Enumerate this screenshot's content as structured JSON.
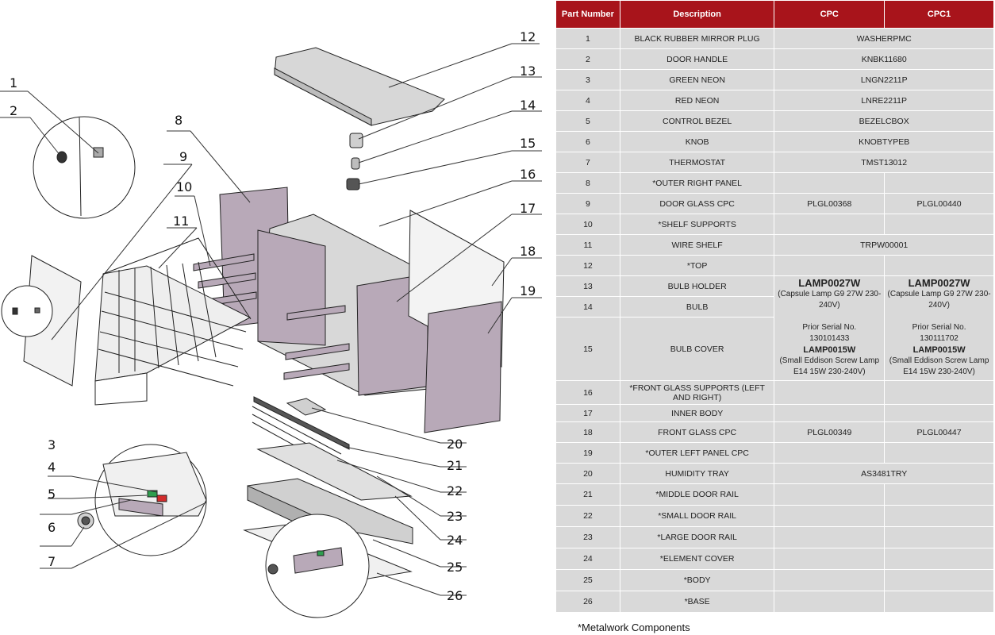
{
  "table": {
    "headers": [
      "Part Number",
      "Description",
      "CPC",
      "CPC1"
    ],
    "rows": [
      {
        "num": "1",
        "desc": "BLACK RUBBER MIRROR PLUG",
        "shared": "WASHERPMC"
      },
      {
        "num": "2",
        "desc": "DOOR HANDLE",
        "shared": "KNBK11680"
      },
      {
        "num": "3",
        "desc": "GREEN NEON",
        "shared": "LNGN2211P"
      },
      {
        "num": "4",
        "desc": "RED NEON",
        "shared": "LNRE2211P"
      },
      {
        "num": "5",
        "desc": "CONTROL BEZEL",
        "shared": "BEZELCBOX"
      },
      {
        "num": "6",
        "desc": "KNOB",
        "shared": "KNOBTYPEB"
      },
      {
        "num": "7",
        "desc": "THERMOSTAT",
        "shared": "TMST13012"
      },
      {
        "num": "8",
        "desc": "*OUTER RIGHT PANEL",
        "cpc": "",
        "cpc1": ""
      },
      {
        "num": "9",
        "desc": "DOOR GLASS CPC",
        "cpc": "PLGL00368",
        "cpc1": "PLGL00440"
      },
      {
        "num": "10",
        "desc": "*SHELF SUPPORTS",
        "cpc": "",
        "cpc1": ""
      },
      {
        "num": "11",
        "desc": "WIRE SHELF",
        "shared": "TRPW00001"
      },
      {
        "num": "12",
        "desc": "*TOP",
        "cpc": "",
        "cpc1": ""
      },
      {
        "num": "13",
        "desc": "BULB HOLDER"
      },
      {
        "num": "14",
        "desc": "BULB"
      },
      {
        "num": "15",
        "desc": "BULB COVER"
      },
      {
        "num": "16",
        "desc": "*FRONT GLASS SUPPORTS (LEFT AND RIGHT)",
        "cpc": "",
        "cpc1": ""
      },
      {
        "num": "17",
        "desc": "INNER BODY",
        "cpc": "",
        "cpc1": ""
      },
      {
        "num": "18",
        "desc": "FRONT GLASS CPC",
        "cpc": "PLGL00349",
        "cpc1": "PLGL00447"
      },
      {
        "num": "19",
        "desc": "*OUTER LEFT PANEL CPC",
        "cpc": "",
        "cpc1": ""
      },
      {
        "num": "20",
        "desc": "HUMIDITY TRAY",
        "shared": "AS3481TRY"
      },
      {
        "num": "21",
        "desc": "*MIDDLE DOOR RAIL",
        "cpc": "",
        "cpc1": ""
      },
      {
        "num": "22",
        "desc": "*SMALL DOOR RAIL",
        "cpc": "",
        "cpc1": ""
      },
      {
        "num": "23",
        "desc": "*LARGE DOOR RAIL",
        "cpc": "",
        "cpc1": ""
      },
      {
        "num": "24",
        "desc": "*ELEMENT COVER",
        "cpc": "",
        "cpc1": ""
      },
      {
        "num": "25",
        "desc": "*BODY",
        "cpc": "",
        "cpc1": ""
      },
      {
        "num": "26",
        "desc": "*BASE",
        "cpc": "",
        "cpc1": ""
      }
    ],
    "lamp": {
      "cpc": {
        "code": "LAMP0027W",
        "spec": "(Capsule Lamp G9 27W 230-240V)",
        "prior_label": "Prior Serial No.",
        "prior_serial": "130101433",
        "alt_code": "LAMP0015W",
        "alt_spec": "(Small Eddison Screw Lamp E14 15W 230-240V)"
      },
      "cpc1": {
        "code": "LAMP0027W",
        "spec": "(Capsule Lamp G9 27W 230-240V)",
        "prior_label": "Prior Serial No.",
        "prior_serial": "130111702",
        "alt_code": "LAMP0015W",
        "alt_spec": "(Small Eddison Screw Lamp E14 15W 230-240V)"
      }
    }
  },
  "footnote": "*Metalwork Components",
  "diagram": {
    "callouts": [
      "1",
      "2",
      "3",
      "4",
      "5",
      "6",
      "7",
      "8",
      "9",
      "10",
      "11",
      "12",
      "13",
      "14",
      "15",
      "16",
      "17",
      "18",
      "19",
      "20",
      "21",
      "22",
      "23",
      "24",
      "25",
      "26"
    ]
  },
  "colors": {
    "header": "#a8141b",
    "cell": "#d9d9d9",
    "panel": "#b8a9b8"
  }
}
